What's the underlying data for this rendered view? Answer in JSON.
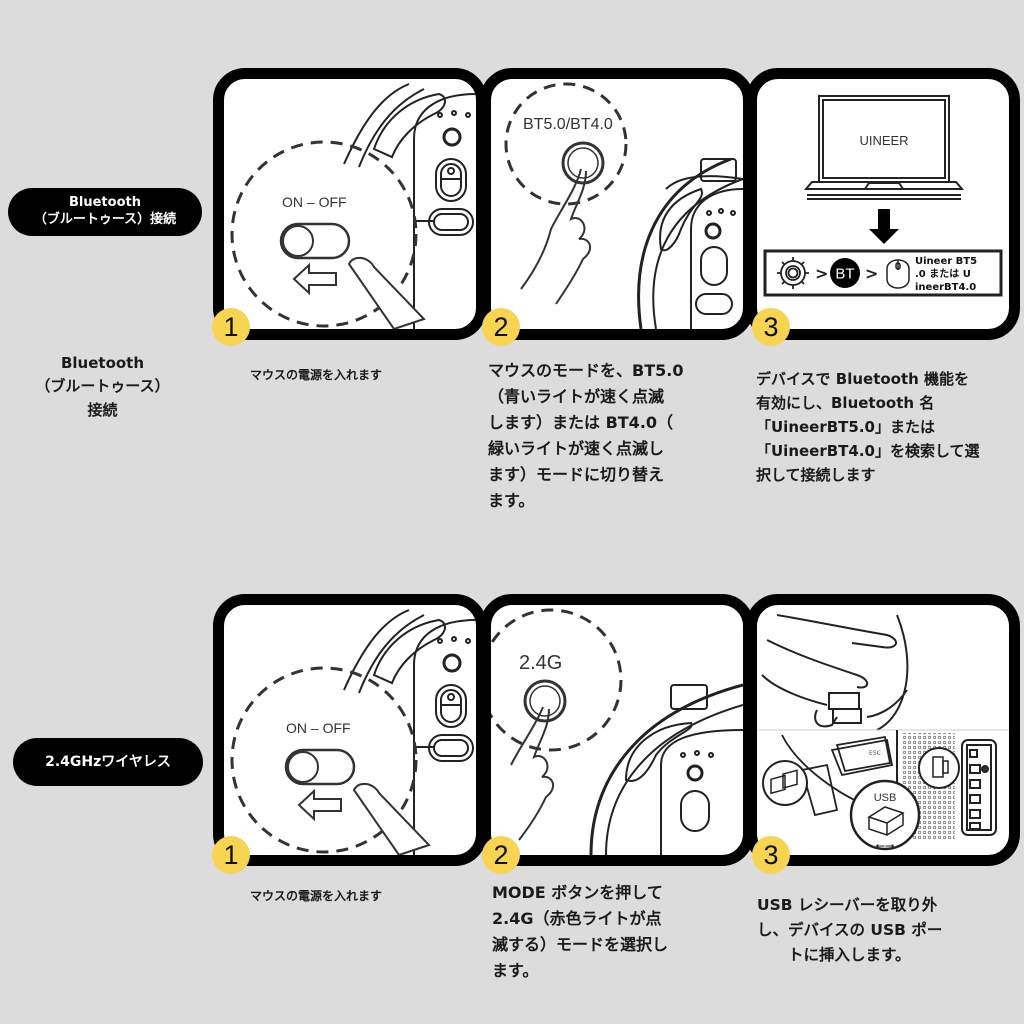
{
  "sections": {
    "bluetooth": {
      "pill_line1": "Bluetooth",
      "pill_line2": "（ブルートゥース）接続",
      "side_line1": "Bluetooth",
      "side_line2": "（ブルートゥース）",
      "side_line3": "接続",
      "steps": [
        {
          "number": "1",
          "illustration": {
            "switch_label": "ON – OFF"
          },
          "text_lines": [
            "マウスの電源を入れます"
          ]
        },
        {
          "number": "2",
          "illustration": {
            "button_label": "BT5.0/BT4.0"
          },
          "text_lines": [
            "マウスのモードを、BT5.0",
            "（青いライトが速く点滅",
            "します）または BT4.0（",
            "緑いライトが速く点滅し",
            "ます）モードに切り替え",
            "ます。"
          ]
        },
        {
          "number": "3",
          "illustration": {
            "screen_label": "UINEER",
            "bt_badge": "BT",
            "device_name_lines": [
              "Uineer BT5",
              ".0 または U",
              "ineerBT4.0"
            ]
          },
          "text_lines": [
            "デバイスで Bluetooth 機能を",
            "有効にし、Bluetooth 名",
            "「UineerBT5.0」または",
            "「UineerBT4.0」を検索して選",
            "択して接続します"
          ]
        }
      ]
    },
    "wireless": {
      "pill_label": "2.4GHzワイヤレス",
      "steps": [
        {
          "number": "1",
          "illustration": {
            "switch_label": "ON – OFF"
          },
          "text_lines": [
            "マウスの電源を入れます"
          ]
        },
        {
          "number": "2",
          "illustration": {
            "button_label": "2.4G"
          },
          "text_lines": [
            "MODE ボタンを押して",
            "2.4G（赤色ライトが点",
            "滅する）モードを選択し",
            "ます。"
          ]
        },
        {
          "number": "3",
          "illustration": {
            "key_label": "ESC",
            "usb_label": "USB"
          },
          "text_lines": [
            "USB レシーバーを取り外",
            "し、デバイスの USB ポー",
            "　　トに挿入します。"
          ]
        }
      ]
    }
  },
  "colors": {
    "background": "#dcdcdc",
    "badge": "#f7d552",
    "frame": "#000000"
  }
}
